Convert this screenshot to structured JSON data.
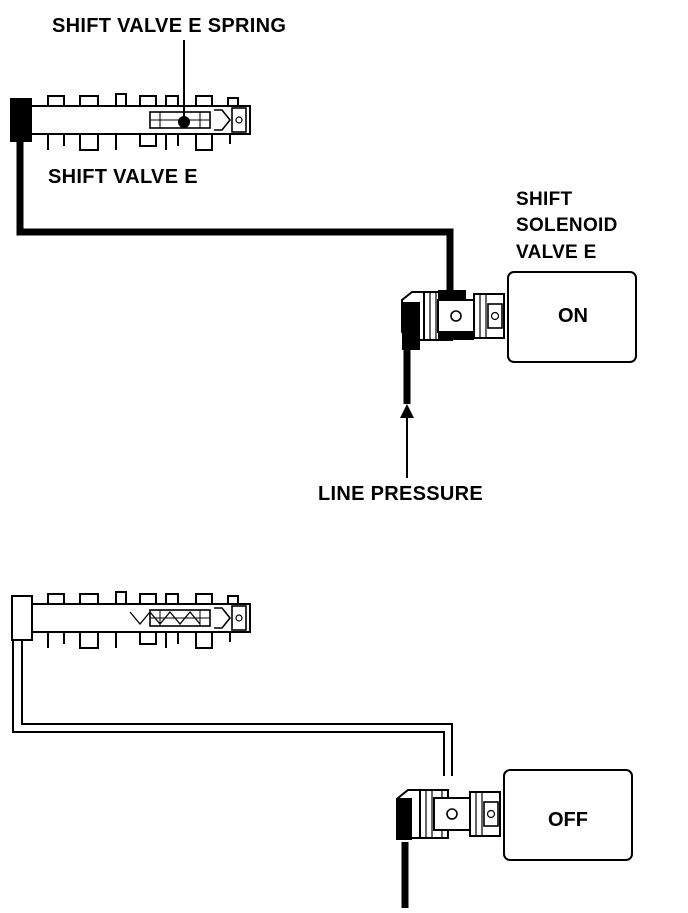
{
  "labels": {
    "spring": "SHIFT VALVE E SPRING",
    "valve": "SHIFT VALVE E",
    "solenoid_line1": "SHIFT",
    "solenoid_line2": "SOLENOID",
    "solenoid_line3": "VALVE E",
    "line_pressure": "LINE PRESSURE"
  },
  "states": {
    "on": "ON",
    "off": "OFF"
  }
}
